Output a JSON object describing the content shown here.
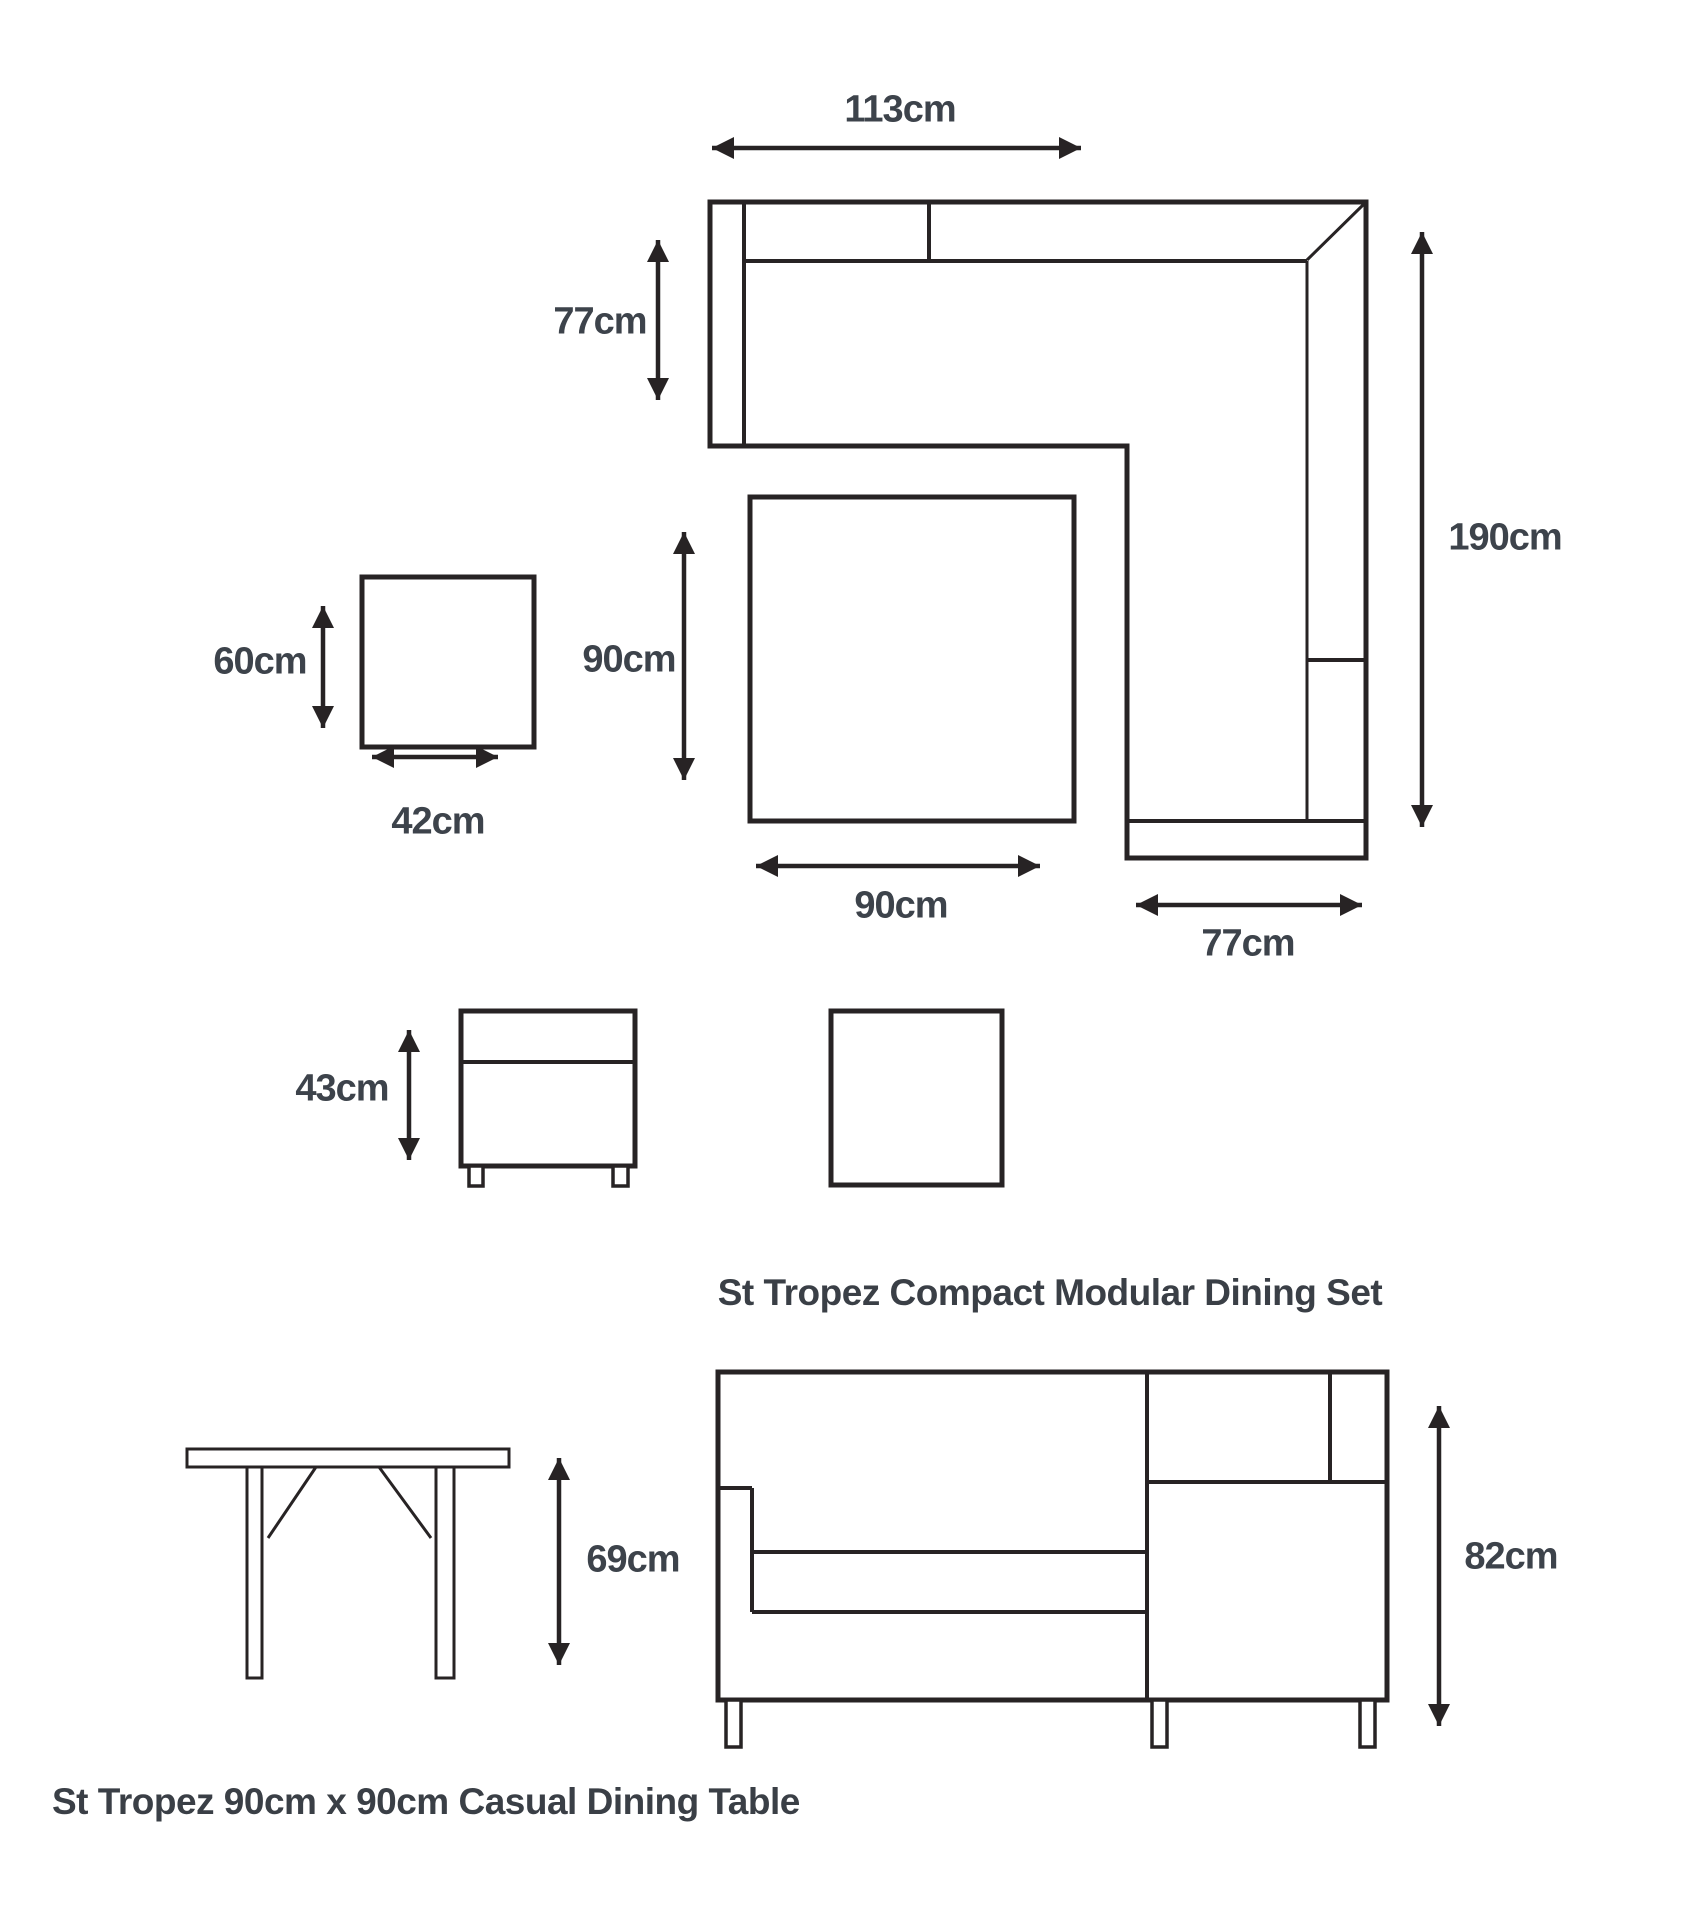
{
  "colors": {
    "line": "#272324",
    "label": "#3d434b",
    "background": "#ffffff"
  },
  "modular_set": {
    "caption": "St Tropez Compact Modular Dining Set",
    "labels": {
      "sofa_width_top": "113cm",
      "sofa_depth_left": "77cm",
      "sofa_length_right": "190cm",
      "sofa_depth_bottom": "77cm",
      "table_depth": "90cm",
      "table_width": "90cm",
      "side_table_height": "60cm",
      "side_table_width": "42cm",
      "bench_height": "43cm"
    }
  },
  "casual_set": {
    "caption": "St Tropez 90cm x 90cm Casual Dining Table",
    "labels": {
      "table_height": "69cm",
      "sofa_height": "82cm"
    }
  }
}
